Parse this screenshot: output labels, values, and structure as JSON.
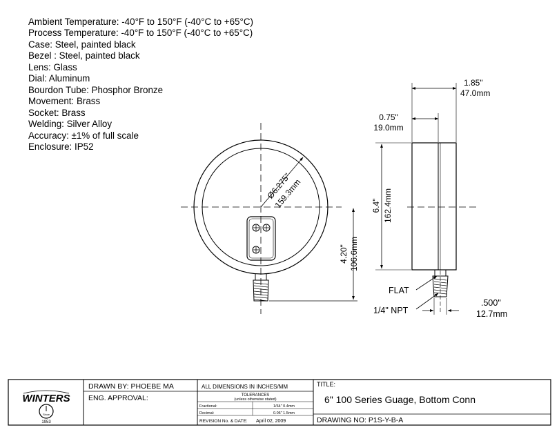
{
  "specs": [
    "Ambient Temperature: -40°F to 150°F (-40°C to +65°C)",
    "Process Temperature: -40°F to 150°F (-40°C to +65°C)",
    "Case: Steel, painted black",
    "Bezel : Steel, painted black",
    "Lens: Glass",
    "Dial: Aluminum",
    "Bourdon Tube: Phosphor Bronze",
    "Movement: Brass",
    "Socket: Brass",
    "Welding: Silver Alloy",
    "Accuracy: ±1% of full scale",
    "Enclosure: IP52"
  ],
  "dimensions": {
    "diameter_in": "Ø6.275\"",
    "diameter_mm": "159.3mm",
    "center_height_in": "4.20\"",
    "center_height_mm": "106.6mm",
    "depth_total_in": "1.85\"",
    "depth_total_mm": "47.0mm",
    "bezel_depth_in": "0.75\"",
    "bezel_depth_mm": "19.0mm",
    "height_in": "6.4\"",
    "height_mm": "162.4mm",
    "stem_in": ".500\"",
    "stem_mm": "12.7mm",
    "flat_label": "FLAT",
    "npt_label": "1/4\" NPT"
  },
  "title_block": {
    "logo_text": "WINTERS",
    "logo_since": "Since",
    "logo_year": "1953",
    "drawn_by": "DRAWN BY: PHOEBE MA",
    "eng_approval": "ENG. APPROVAL:",
    "units": "ALL DIMENSIONS IN INCHES/MM",
    "tolerances": "TOLERANCES",
    "tolerances_note": "(unless otherwise stated)",
    "fractional_label": "Fractional:",
    "fractional_value": "1/64\" 0.4mm",
    "decimal_label": "Decimal:",
    "decimal_value": "0.06\" 1.5mm",
    "revision": "REVISION No. & DATE:",
    "revision_date": "April 02, 2009",
    "title_label": "TITLE:",
    "title": "6\" 100 Series Guage, Bottom Conn",
    "drawing_no": "DRAWING NO: P1S-Y-B-A"
  }
}
